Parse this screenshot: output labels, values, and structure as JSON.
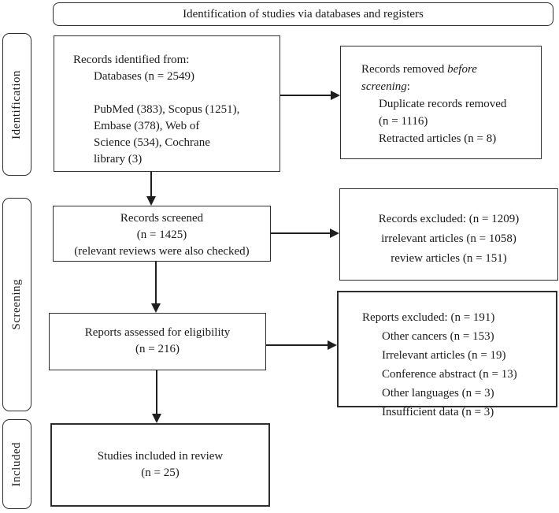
{
  "banner": {
    "title": "Identification of studies via databases and registers"
  },
  "sidebar": {
    "identification": "Identification",
    "screening": "Screening",
    "included": "Included"
  },
  "boxes": {
    "identified": {
      "lines": [
        "Records identified from:",
        "Databases (n = 2549)",
        "",
        "PubMed (383), Scopus (1251),",
        "Embase (378), Web of",
        "Science (534), Cochrane",
        "library (3)"
      ]
    },
    "screened": {
      "lines": [
        "Records screened",
        "(n = 1425)",
        "(relevant reviews were also checked)"
      ]
    },
    "eligibility": {
      "lines": [
        "Reports assessed for eligibility",
        "(n = 216)"
      ]
    },
    "included": {
      "lines": [
        "Studies included in review",
        "(n = 25)"
      ]
    },
    "removed": {
      "line1_normal": "Records removed ",
      "line1_italic": "before",
      "line2_italic": "screening",
      "line2_normal": ":",
      "items": [
        "Duplicate records removed",
        "(n = 1116)",
        "Retracted articles (n = 8)"
      ]
    },
    "records_excluded": {
      "lines": [
        "Records excluded: (n = 1209)",
        "irrelevant articles (n = 1058)",
        "review articles (n = 151)"
      ]
    },
    "reports_excluded": {
      "header": "Reports excluded: (n = 191)",
      "items": [
        "Other cancers (n = 153)",
        "Irrelevant articles (n = 19)",
        "Conference abstract (n = 13)",
        "Other languages (n = 3)",
        "Insufficient data (n = 3)"
      ]
    }
  },
  "colors": {
    "border": "#2e2e2e",
    "text": "#1b1b1b",
    "background": "#ffffff"
  }
}
